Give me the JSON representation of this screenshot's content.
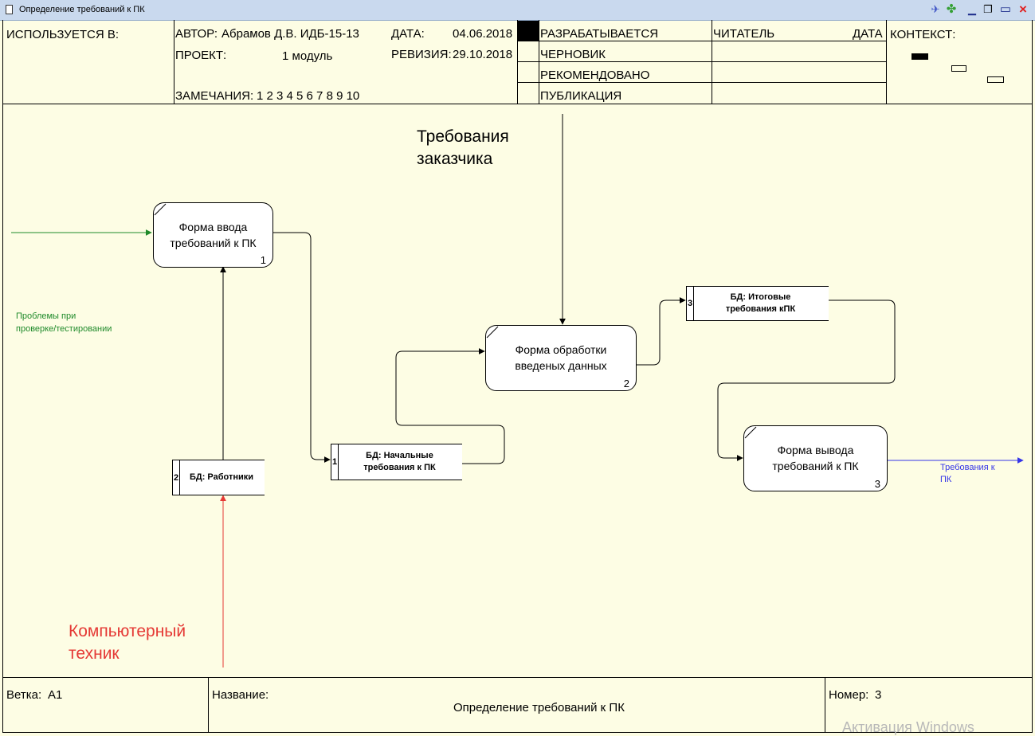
{
  "window": {
    "title": "Определение требований к ПК",
    "buttons": {
      "pin": "✈",
      "puzzle": "✤",
      "minimize": "▁",
      "restore": "❐",
      "maximize": "▭",
      "close": "×"
    }
  },
  "header": {
    "used_in_label": "ИСПОЛЬЗУЕТСЯ В:",
    "author_label": "АВТОР:",
    "author_value": "Абрамов Д.В. ИДБ-15-13",
    "project_label": "ПРОЕКТ:",
    "project_value": "1 модуль",
    "notes_label": "ЗАМЕЧАНИЯ:",
    "notes_value": "1 2 3 4 5 6 7 8 9 10",
    "date_label": "ДАТА:",
    "date_value": "04.06.2018",
    "revision_label": "РЕВИЗИЯ:",
    "revision_value": "29.10.2018",
    "status": [
      "РАЗРАБАТЫВАЕТСЯ",
      "ЧЕРНОВИК",
      "РЕКОМЕНДОВАНО",
      "ПУБЛИКАЦИЯ"
    ],
    "reader_label": "ЧИТАТЕЛЬ",
    "reader_date_label": "ДАТА",
    "context_label": "КОНТЕКСТ:"
  },
  "diagram": {
    "processes": [
      {
        "name": "Форма ввода требований к ПК",
        "line1": "Форма ввода",
        "line2": "требований к ПК",
        "number": "1"
      },
      {
        "name": "Форма обработки введеных данных",
        "line1": "Форма обработки",
        "line2": "введеных данных",
        "number": "2"
      },
      {
        "name": "Форма вывода требований к ПК",
        "line1": "Форма вывода",
        "line2": "требований к ПК",
        "number": "3"
      }
    ],
    "stores": [
      {
        "id": "1",
        "line1": "БД: Начальные",
        "line2": "требования к ПК"
      },
      {
        "id": "2",
        "line1": "БД: Работники",
        "line2": ""
      },
      {
        "id": "3",
        "line1": "БД: Итоговые",
        "line2": "требования кПК"
      }
    ],
    "externals": {
      "customer_line1": "Требования",
      "customer_line2": "заказчика",
      "tech_line1": "Компьютерный",
      "tech_line2": "техник"
    },
    "arrow_labels": {
      "problems_line1": "Проблемы при",
      "problems_line2": "проверке/тестировании",
      "output_line1": "Требования к",
      "output_line2": "ПК"
    },
    "colors": {
      "green_flow": "#1f8a2a",
      "red_flow": "#e53935",
      "blue_flow": "#3535e8"
    }
  },
  "footer": {
    "branch_label": "Ветка:",
    "branch_value": "A1",
    "name_label": "Название:",
    "name_value": "Определение требований к ПК",
    "number_label": "Номер:",
    "number_value": "3"
  },
  "watermark": "Активация Windows"
}
